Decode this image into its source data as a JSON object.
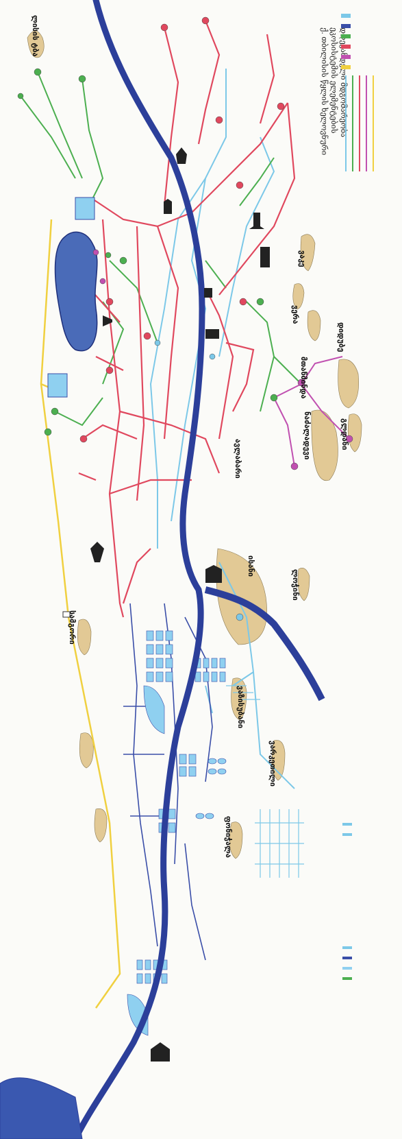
{
  "map": {
    "title_lines": [
      "ქ. თბილისის წყლის ხელოვნური",
      "ეკოსისტემის ელემენტების",
      "დღევანდელი მდგომარეობა"
    ],
    "place_labels": [
      {
        "id": "lbl-1",
        "text": "ლისის ტბა"
      },
      {
        "id": "lbl-2",
        "text": "ვაკე"
      },
      {
        "id": "lbl-3",
        "text": "ვერა"
      },
      {
        "id": "lbl-4",
        "text": "მთაწმინდა"
      },
      {
        "id": "lbl-5",
        "text": "დიდუბე"
      },
      {
        "id": "lbl-6",
        "text": "ნაძალადევი"
      },
      {
        "id": "lbl-7",
        "text": "გლდანი"
      },
      {
        "id": "lbl-8",
        "text": "ავლაბარი"
      },
      {
        "id": "lbl-9",
        "text": "ისანი"
      },
      {
        "id": "lbl-10",
        "text": "სამგორი"
      },
      {
        "id": "lbl-11",
        "text": "ლოჭინი"
      },
      {
        "id": "lbl-12",
        "text": "ვაზისუბანი"
      },
      {
        "id": "lbl-13",
        "text": "ვარკეთილი"
      },
      {
        "id": "lbl-14",
        "text": "ფონიჭალა"
      }
    ],
    "colors": {
      "river": "#3a4ea8",
      "lake": "#4a6bb8",
      "water_supply": "#e0485e",
      "irrigation": "#4caf50",
      "drainage": "#7cc8e8",
      "sewer": "#3a4ea8",
      "gas": "#f0d040",
      "district": "#e2c995",
      "fountain": "#c050b0"
    },
    "legend_top": [
      {
        "color": "#7cc8e8",
        "text": ""
      },
      {
        "color": "#4caf50",
        "text": ""
      },
      {
        "color": "#e0485e",
        "text": ""
      },
      {
        "color": "#c050b0",
        "text": ""
      },
      {
        "color": "#f0d040",
        "text": ""
      }
    ]
  }
}
